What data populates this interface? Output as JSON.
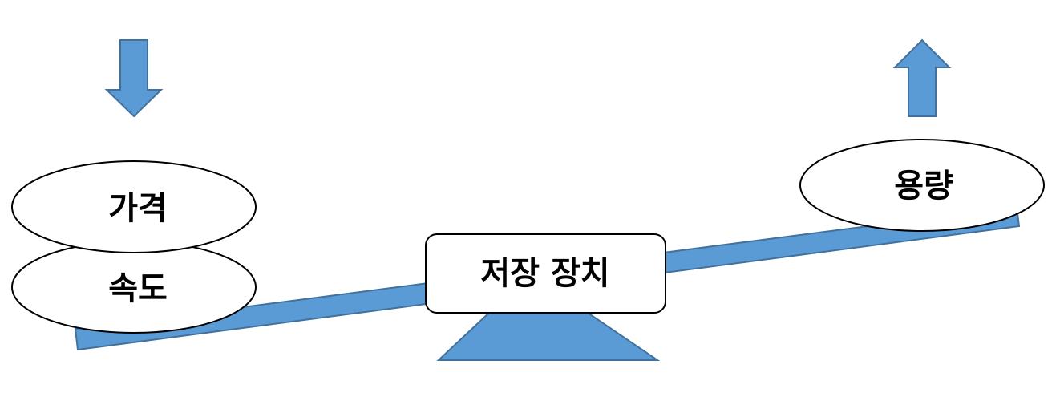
{
  "diagram": {
    "center_box": {
      "label": "저장 장치"
    },
    "left_side": {
      "top_oval": {
        "label": "가격"
      },
      "bottom_oval": {
        "label": "속도"
      },
      "arrow": {
        "direction": "down"
      }
    },
    "right_side": {
      "oval": {
        "label": "용량"
      },
      "arrow": {
        "direction": "up"
      }
    },
    "colors": {
      "beam_fill": "#5b9bd5",
      "beam_stroke": "#41719c",
      "outline": "#000000",
      "background": "#ffffff"
    }
  }
}
